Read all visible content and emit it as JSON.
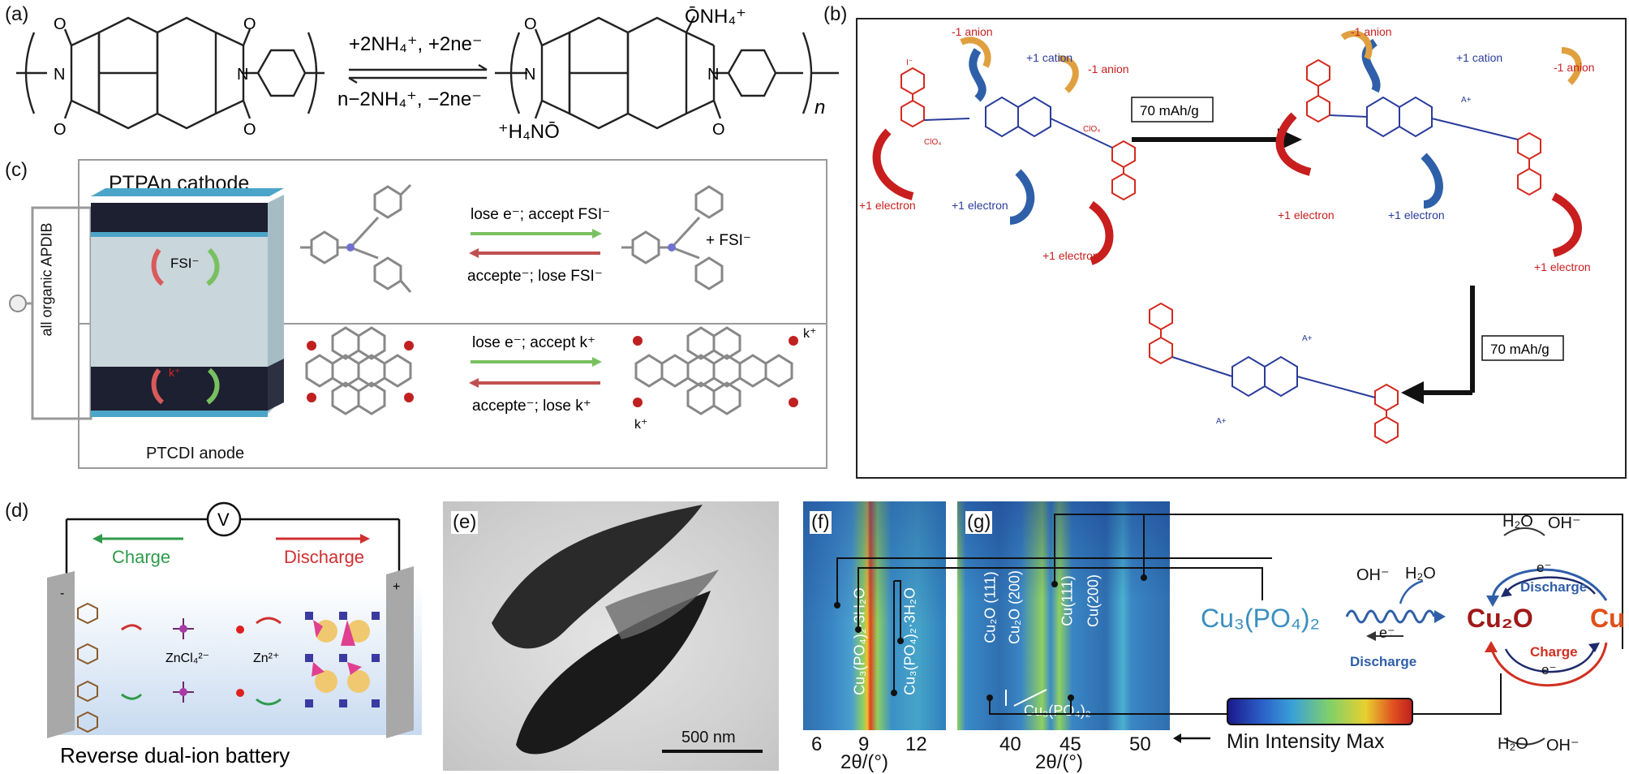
{
  "panels": {
    "a": "(a)",
    "b": "(b)",
    "c": "(c)",
    "d": "(d)",
    "e": "(e)",
    "f": "(f)",
    "g": "(g)"
  },
  "panel_a": {
    "forward": "+2NH₄⁺, +2ne⁻",
    "reverse": "n−2NH₄⁺, −2ne⁻",
    "product_top": "ŌNH₄⁺",
    "product_bottom": "⁺H₄NŌ",
    "atom_n": "N",
    "atom_o": "O",
    "repeat": "n"
  },
  "panel_b": {
    "minus_anion": "-1 anion",
    "plus_cation": "+1 cation",
    "plus_electron": "+1 electron",
    "capacity": "70 mAh/g",
    "clo4": "ClO₄",
    "iodide": "I⁻",
    "a_plus": "A+"
  },
  "panel_c": {
    "cathode": "PTPAn cathode",
    "anode": "PTCDI anode",
    "side": "all organic APDIB",
    "fsi": "FSI⁻",
    "k": "k⁺",
    "top_fwd": "lose e⁻; accept FSI⁻",
    "top_rev": "accepte⁻; lose FSI⁻",
    "bot_fwd": "lose e⁻; accept k⁺",
    "bot_rev": "accepte⁻; lose k⁺",
    "plus_fsi": "+ FSI⁻",
    "k_plus": "k⁺"
  },
  "panel_d": {
    "voltmeter": "V",
    "charge": "Charge",
    "discharge": "Discharge",
    "ion1": "ZnCl₄²⁻",
    "ion2": "Zn²⁺",
    "minus": "-",
    "plus": "+",
    "caption": "Reverse dual-ion battery"
  },
  "panel_e": {
    "scale": "500 nm"
  },
  "panel_f": {
    "peak1": "Cu₃(PO₄)₂·3H₂O",
    "peak2": "Cu₃(PO₄)₂·3H₂O",
    "ticks": [
      "6",
      "9",
      "12"
    ],
    "xlabel": "2θ/(°)"
  },
  "panel_g": {
    "p1": "Cu₂O (111)",
    "p2": "Cu₂O (200)",
    "p3": "Cu(111)",
    "p4": "Cu(200)",
    "p5": "Cu₃(PO₄)₂",
    "ticks": [
      "40",
      "45",
      "50"
    ],
    "xlabel": "2θ/(°)"
  },
  "scheme": {
    "cu3po4": "Cu₃(PO₄)₂",
    "cu2o": "Cu₂O",
    "cu": "Cu",
    "oh": "OH⁻",
    "h2o": "H₂O",
    "eminus": "e⁻",
    "discharge": "Discharge",
    "charge": "Charge",
    "legend": "Min Intensity Max"
  },
  "colors": {
    "red": "#d42a1e",
    "blue": "#2a3c9a",
    "cu_blue": "#3a8fc0",
    "cu2o_red": "#a01818",
    "cu_orange": "#e0501a"
  }
}
